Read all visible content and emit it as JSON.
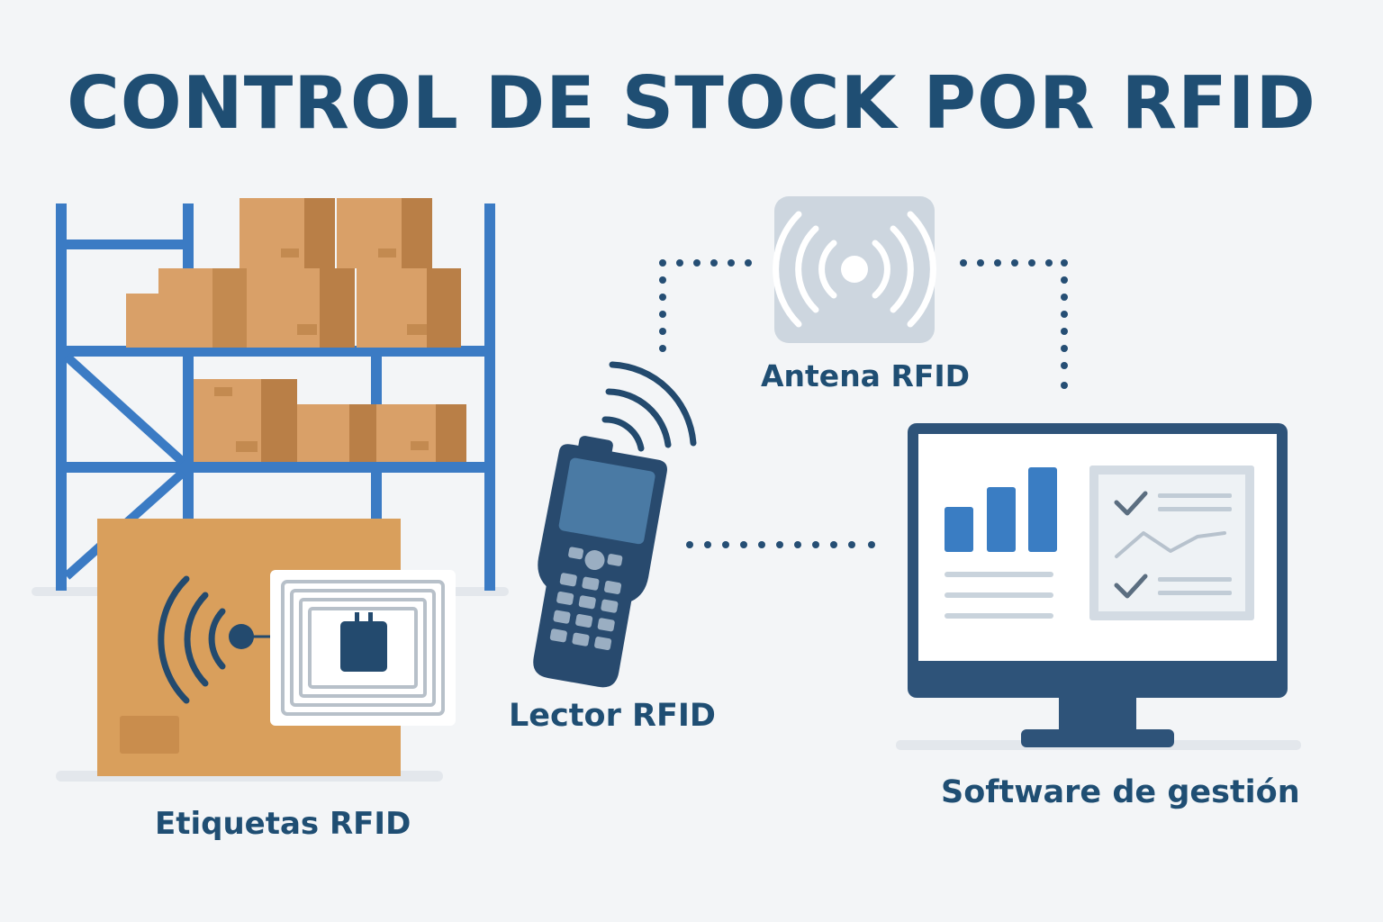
{
  "title": "CONTROL DE STOCK POR RFID",
  "labels": {
    "tags": "Etiquetas RFID",
    "reader": "Lector RFID",
    "antenna": "Antena RFID",
    "software": "Software de gestión"
  },
  "colors": {
    "title": "#1f4e73",
    "rack": "#3b7bc4",
    "box": "#d9a068",
    "box_dark": "#b97f47",
    "big_box": "#d99f5c",
    "reader_body": "#284a6e",
    "reader_screen": "#4a7aa4",
    "antenna_bg": "#cdd6df",
    "monitor_frame": "#2e5379",
    "chart_bar": "#3a7dc3",
    "tag_chip": "#234a6e",
    "dots": "#254e74"
  },
  "icons": [
    "shelving-rack-icon",
    "cardboard-box-icon",
    "rfid-tag-icon",
    "handheld-reader-icon",
    "antenna-icon",
    "monitor-icon",
    "bar-chart-icon",
    "checkmark-icon"
  ]
}
